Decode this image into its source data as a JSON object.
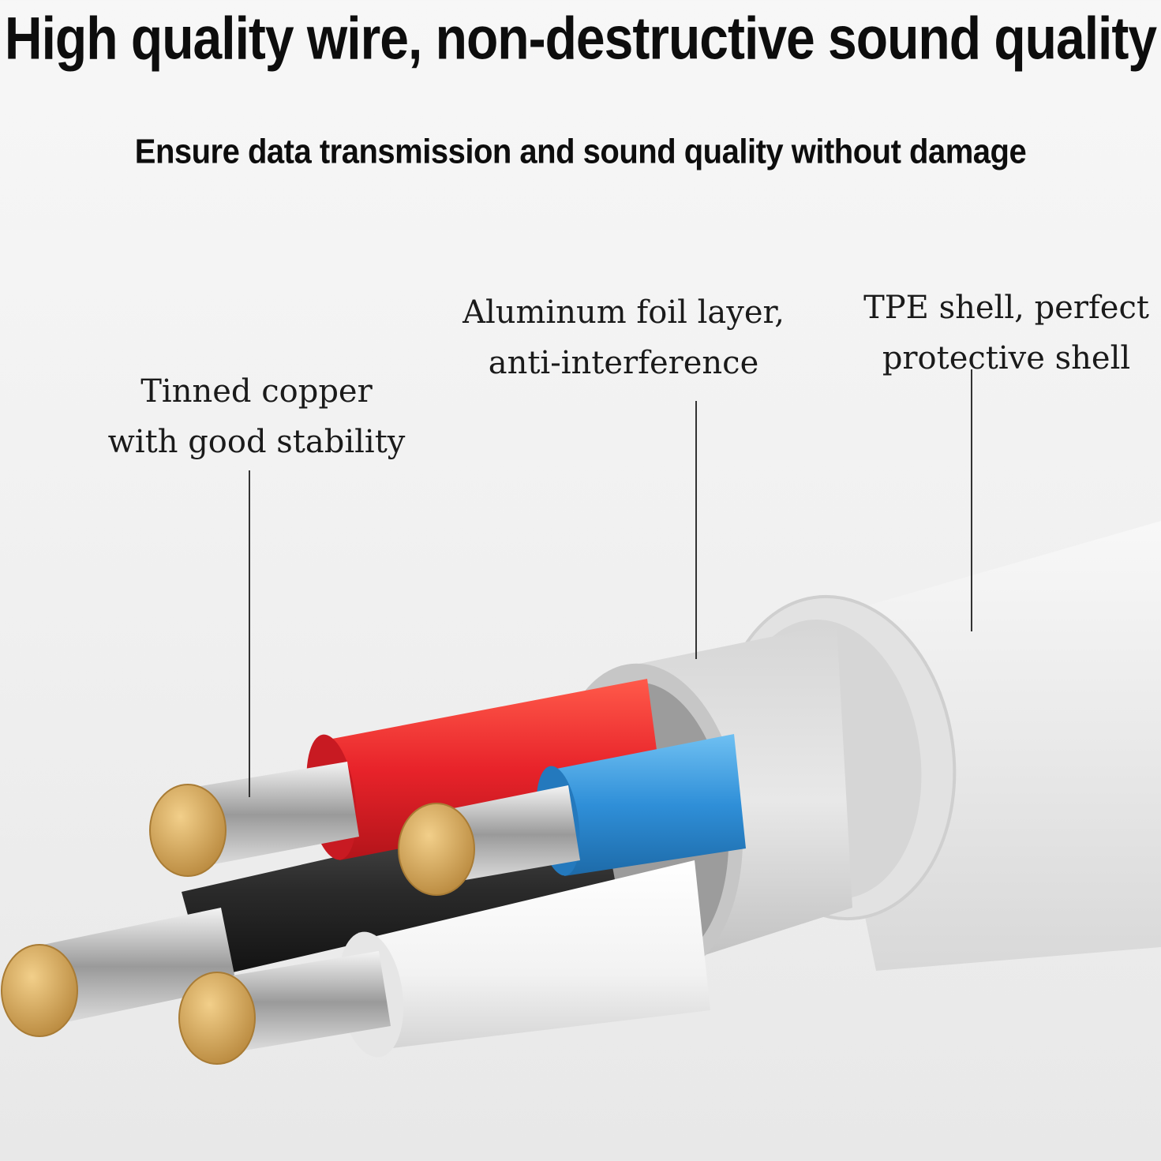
{
  "header": {
    "title": "High quality wire, non-destructive sound quality",
    "subtitle": "Ensure data transmission and sound quality without damage"
  },
  "callouts": {
    "copper": {
      "line1": "Tinned copper",
      "line2": "with good stability"
    },
    "foil": {
      "line1": "Aluminum foil layer,",
      "line2": "anti-interference"
    },
    "tpe": {
      "line1": "TPE shell, perfect",
      "line2": "protective shell"
    }
  },
  "colors": {
    "text": "#0d0d0d",
    "red_insulation": "#e8232a",
    "blue_insulation": "#2f8fd8",
    "black_insulation": "#2b2b2b",
    "white_insulation": "#f4f4f4",
    "copper": "#d9aa5a",
    "foil": "#c8c8c8",
    "shell": "#efefef"
  }
}
